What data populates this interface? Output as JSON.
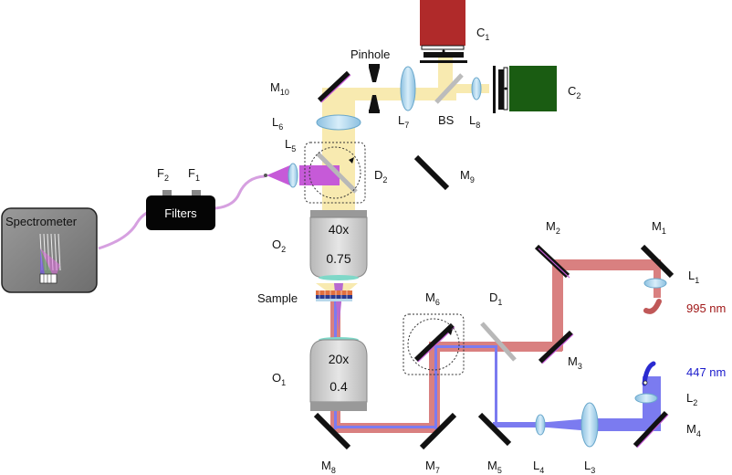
{
  "labels": {
    "spectrometer": "Spectrometer",
    "filters": "Filters",
    "f2": "F",
    "f2_sub": "2",
    "f1": "F",
    "f1_sub": "1",
    "pinhole": "Pinhole",
    "c1": "C",
    "c1_sub": "1",
    "c2": "C",
    "c2_sub": "2",
    "m10": "M",
    "m10_sub": "10",
    "l6": "L",
    "l6_sub": "6",
    "l7": "L",
    "l7_sub": "7",
    "bs": "BS",
    "l8": "L",
    "l8_sub": "8",
    "l5": "L",
    "l5_sub": "5",
    "d2": "D",
    "d2_sub": "2",
    "m9": "M",
    "m9_sub": "9",
    "o2": "O",
    "o2_sub": "2",
    "obj2_mag": "40x",
    "obj2_na": "0.75",
    "sample": "Sample",
    "o1": "O",
    "o1_sub": "1",
    "obj1_mag": "20x",
    "obj1_na": "0.4",
    "m2": "M",
    "m2_sub": "2",
    "m1": "M",
    "m1_sub": "1",
    "l1": "L",
    "l1_sub": "1",
    "wl_red": "995 nm",
    "m6": "M",
    "m6_sub": "6",
    "d1": "D",
    "d1_sub": "1",
    "m3": "M",
    "m3_sub": "3",
    "wl_blue": "447 nm",
    "l2": "L",
    "l2_sub": "2",
    "m4": "M",
    "m4_sub": "4",
    "m8": "M",
    "m8_sub": "8",
    "m7": "M",
    "m7_sub": "7",
    "m5": "M",
    "m5_sub": "5",
    "l4": "L",
    "l4_sub": "4",
    "l3": "L",
    "l3_sub": "3"
  },
  "colors": {
    "red_beam": "#d98080",
    "blue_beam": "#7b7bf0",
    "yellow_beam": "#f8eab0",
    "magenta_beam": "#c65ad8",
    "lens": "#a8d2ea",
    "mirror": "#111111",
    "camera1": "#b02a2a",
    "camera2": "#1a5c12"
  }
}
